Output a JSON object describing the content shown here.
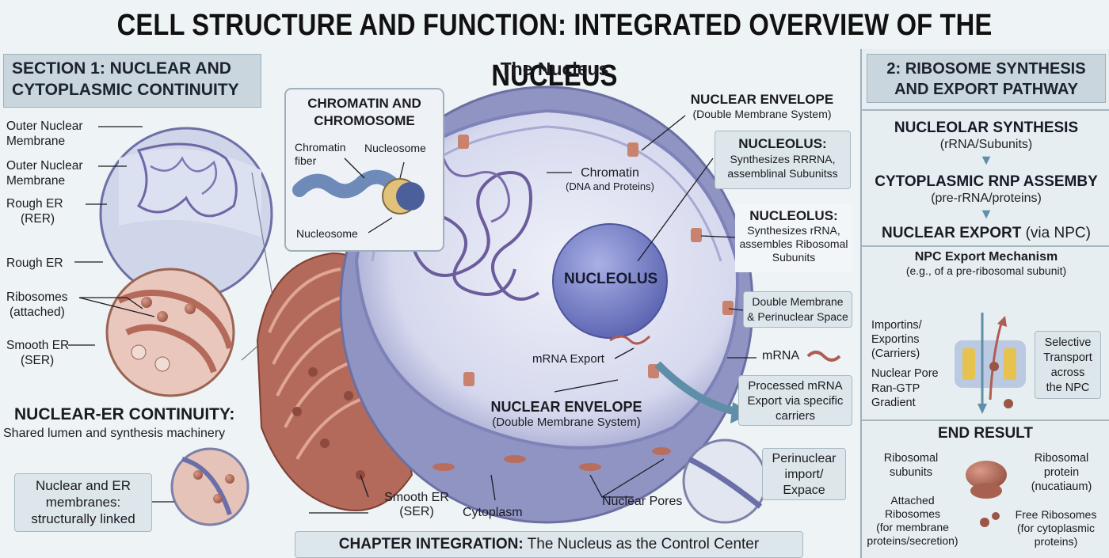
{
  "title": "CELL STRUCTURE AND FUNCTION: INTEGRATED OVERVIEW OF THE NUCLEUS",
  "section1": {
    "heading_line1": "SECTION 1: NUCLEAR AND",
    "heading_line2": "CYTOPLASMIC CONTINUITY",
    "labels": {
      "outer1_a": "Outer Nuclear",
      "outer1_b": "Membrane",
      "outer2_a": "Outer Nuclear",
      "outer2_b": "Membrane",
      "rer_a": "Rough ER",
      "rer_b": "(RER)",
      "rough_er": "Rough ER",
      "ribo_a": "Ribosomes",
      "ribo_b": "(attached)",
      "ser_a": "Smooth ER",
      "ser_b": "(SER)"
    },
    "continuity_title": "NUCLEAR-ER CONTINUITY:",
    "continuity_sub": "Shared lumen and synthesis machinery",
    "linked_a": "Nuclear and ER",
    "linked_b": "membranes:",
    "linked_c": "structurally linked"
  },
  "center": {
    "nucleus_title": "The Nucleus",
    "chromatin_box": {
      "title_a": "CHROMATIN AND",
      "title_b": "CHROMOSOME",
      "fiber_a": "Chromatin",
      "fiber_b": "fiber",
      "nucleosome_top": "Nucleosome",
      "nucleosome_bottom": "Nucleosome"
    },
    "chromatin_a": "Chromatin",
    "chromatin_b": "(DNA and Proteins)",
    "nuclear_envelope_top_a": "NUCLEAR ENVELOPE",
    "nuclear_envelope_top_b": "(Double Membrane System)",
    "nucleolus_box1_a": "NUCLEOLUS:",
    "nucleolus_box1_b": "Synthesizes RRRNA,",
    "nucleolus_box1_c": "assemblinal Subunitss",
    "nucleolus_box2_a": "NUCLEOLUS:",
    "nucleolus_box2_b": "Synthesizes rRNA,",
    "nucleolus_box2_c": "assembles Ribosomal",
    "nucleolus_box2_d": "Subunits",
    "nucleolus_center": "NUCLEOLUS",
    "double_membrane_a": "Double Membrane",
    "double_membrane_b": "& Perinuclear Space",
    "mrna_export": "mRNA Export",
    "mrna": "mRNA",
    "processed_a": "Processed mRNA",
    "processed_b": "Export via specific",
    "processed_c": "carriers",
    "nuclear_envelope_bottom_a": "NUCLEAR ENVELOPE",
    "nuclear_envelope_bottom_b": "(Double Membrane System)",
    "perinuclear_a": "Perinuclear",
    "perinuclear_b": "import/",
    "perinuclear_c": "Expace",
    "smooth_er_a": "Smooth ER",
    "smooth_er_b": "(SER)",
    "cytoplasm": "Cytoplasm",
    "nuclear_pores": "Nuclear Pores",
    "chapter_bold": "CHAPTER INTEGRATION:",
    "chapter_rest": " The Nucleus as the Control Center"
  },
  "section2": {
    "heading_a": "2: RIBOSOME SYNTHESIS",
    "heading_b": "AND EXPORT PATHWAY",
    "step1_a": "NUCLEOLAR SYNTHESIS",
    "step1_b": "(rRNA/Subunits)",
    "step2_a": "CYTOPLASMIC RNP ASSEMBY",
    "step2_b": "(pre-rRNA/proteins)",
    "step3_bold": "NUCLEAR EXPORT",
    "step3_rest": " (via NPC)",
    "npc_title": "NPC Export Mechanism",
    "npc_sub": "(e.g., of a pre-ribosomal subunit)",
    "importins_a": "Importins/",
    "importins_b": "Exportins",
    "importins_c": "(Carriers)",
    "nuclear_pore": "Nuclear Pore",
    "ran_a": "Ran-GTP",
    "ran_b": "Gradient",
    "selective_a": "Selective",
    "selective_b": "Transport",
    "selective_c": "across",
    "selective_d": "the NPC",
    "end_result": "END RESULT",
    "ribo_subunits_a": "Ribosomal",
    "ribo_subunits_b": "subunits",
    "ribo_protein_a": "Ribosomal",
    "ribo_protein_b": "protein",
    "ribo_protein_c": "(nucatiaum)",
    "attached_a": "Attached",
    "attached_b": "Ribosomes",
    "attached_c": "(for membrane",
    "attached_d": "proteins/secretion)",
    "free_a": "Free Ribosomes",
    "free_b": "(for cytoplasmic",
    "free_c": "proteins)"
  },
  "colors": {
    "nucleus": "#8f8fc0",
    "nucleus_light": "#cfd3ea",
    "nucleolus": "#6d74c0",
    "er": "#b46a5a",
    "er_dark": "#8e4a3e",
    "chromatin": "#6b5c9c",
    "arrow": "#5f8fa8",
    "panel": "#c9d6dd"
  }
}
